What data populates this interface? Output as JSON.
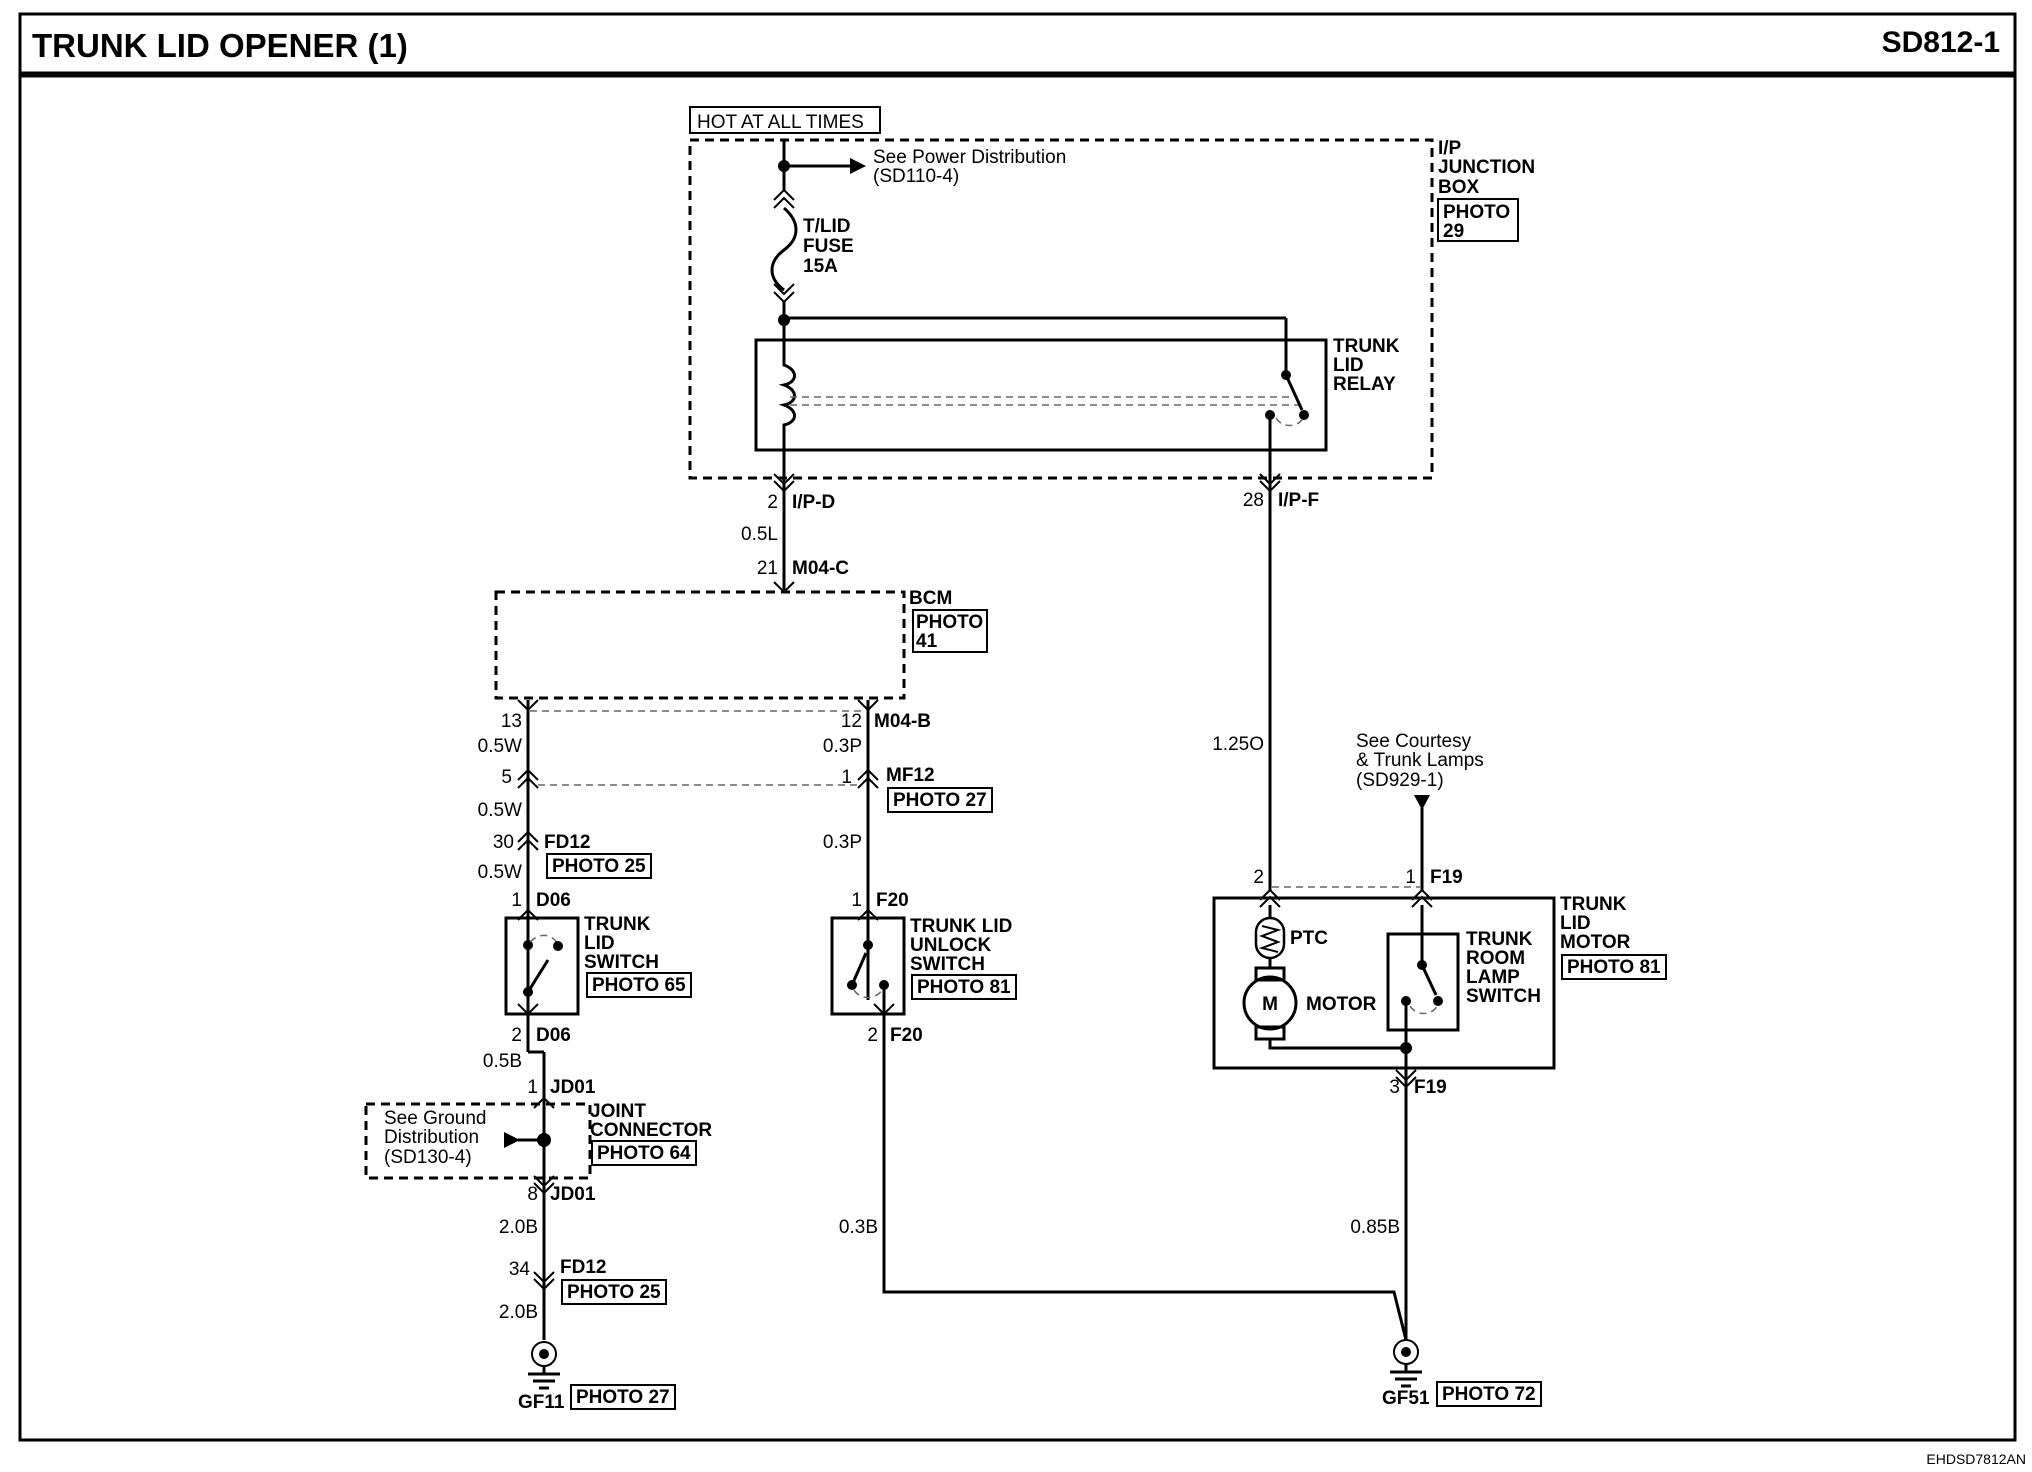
{
  "header": {
    "title": "TRUNK LID OPENER (1)",
    "code": "SD812-1"
  },
  "footer_code": "EHDSD7812AN",
  "power": {
    "hot_label": "HOT AT ALL TIMES",
    "see_power": [
      "See Power Distribution",
      "(SD110-4)"
    ]
  },
  "junction_box": {
    "name": [
      "I/P",
      "JUNCTION",
      "BOX"
    ],
    "photo": [
      "PHOTO",
      "29"
    ]
  },
  "fuse": [
    "T/LID",
    "FUSE",
    "15A"
  ],
  "relay": [
    "TRUNK",
    "LID",
    "RELAY"
  ],
  "connectors": {
    "ipd": {
      "pin": "2",
      "name": "I/P-D"
    },
    "ipf": {
      "pin": "28",
      "name": "I/P-F"
    },
    "m04c": {
      "pin": "21",
      "name": "M04-C"
    },
    "m04b_13": {
      "pin": "13"
    },
    "m04b_12": {
      "pin": "12",
      "name": "M04-B"
    },
    "mf12_5": {
      "pin": "5"
    },
    "mf12_1": {
      "pin": "1",
      "name": "MF12",
      "photo": "PHOTO 27"
    },
    "fd12_30": {
      "pin": "30",
      "name": "FD12",
      "photo": "PHOTO 25"
    },
    "d06_1": {
      "pin": "1",
      "name": "D06"
    },
    "d06_2": {
      "pin": "2",
      "name": "D06"
    },
    "f20_1": {
      "pin": "1",
      "name": "F20"
    },
    "f20_2": {
      "pin": "2",
      "name": "F20"
    },
    "jd01_1": {
      "pin": "1",
      "name": "JD01"
    },
    "jd01_8": {
      "pin": "8",
      "name": "JD01"
    },
    "fd12_34": {
      "pin": "34",
      "name": "FD12",
      "photo": "PHOTO 25"
    },
    "f19_2": {
      "pin": "2"
    },
    "f19_1": {
      "pin": "1",
      "name": "F19"
    },
    "f19_3": {
      "pin": "3",
      "name": "F19"
    }
  },
  "wires": {
    "w05l": "0.5L",
    "w05w_a": "0.5W",
    "w05w_b": "0.5W",
    "w05w_c": "0.5W",
    "w03p_a": "0.3P",
    "w03p_b": "0.3P",
    "w05b": "0.5B",
    "w20b_a": "2.0B",
    "w20b_b": "2.0B",
    "w03b": "0.3B",
    "w125o": "1.25O",
    "w085b": "0.85B"
  },
  "bcm": {
    "name": "BCM",
    "photo": [
      "PHOTO",
      "41"
    ]
  },
  "trunk_lid_switch": {
    "name": [
      "TRUNK",
      "LID",
      "SWITCH"
    ],
    "photo": "PHOTO 65"
  },
  "unlock_switch": {
    "name": [
      "TRUNK LID",
      "UNLOCK",
      "SWITCH"
    ],
    "photo": "PHOTO 81"
  },
  "joint_connector": {
    "name": [
      "JOINT",
      "CONNECTOR"
    ],
    "photo": "PHOTO 64"
  },
  "see_ground": [
    "See Ground",
    "Distribution",
    "(SD130-4)"
  ],
  "see_courtesy": [
    "See Courtesy",
    "& Trunk Lamps",
    "(SD929-1)"
  ],
  "trunk_lid_motor": {
    "name": [
      "TRUNK",
      "LID",
      "MOTOR"
    ],
    "photo": "PHOTO 81"
  },
  "ptc": "PTC",
  "motor_symbol": "M",
  "motor_label": "MOTOR",
  "room_lamp_switch": [
    "TRUNK",
    "ROOM",
    "LAMP",
    "SWITCH"
  ],
  "grounds": {
    "gf11": {
      "name": "GF11",
      "photo": "PHOTO 27"
    },
    "gf51": {
      "name": "GF51",
      "photo": "PHOTO 72"
    }
  }
}
